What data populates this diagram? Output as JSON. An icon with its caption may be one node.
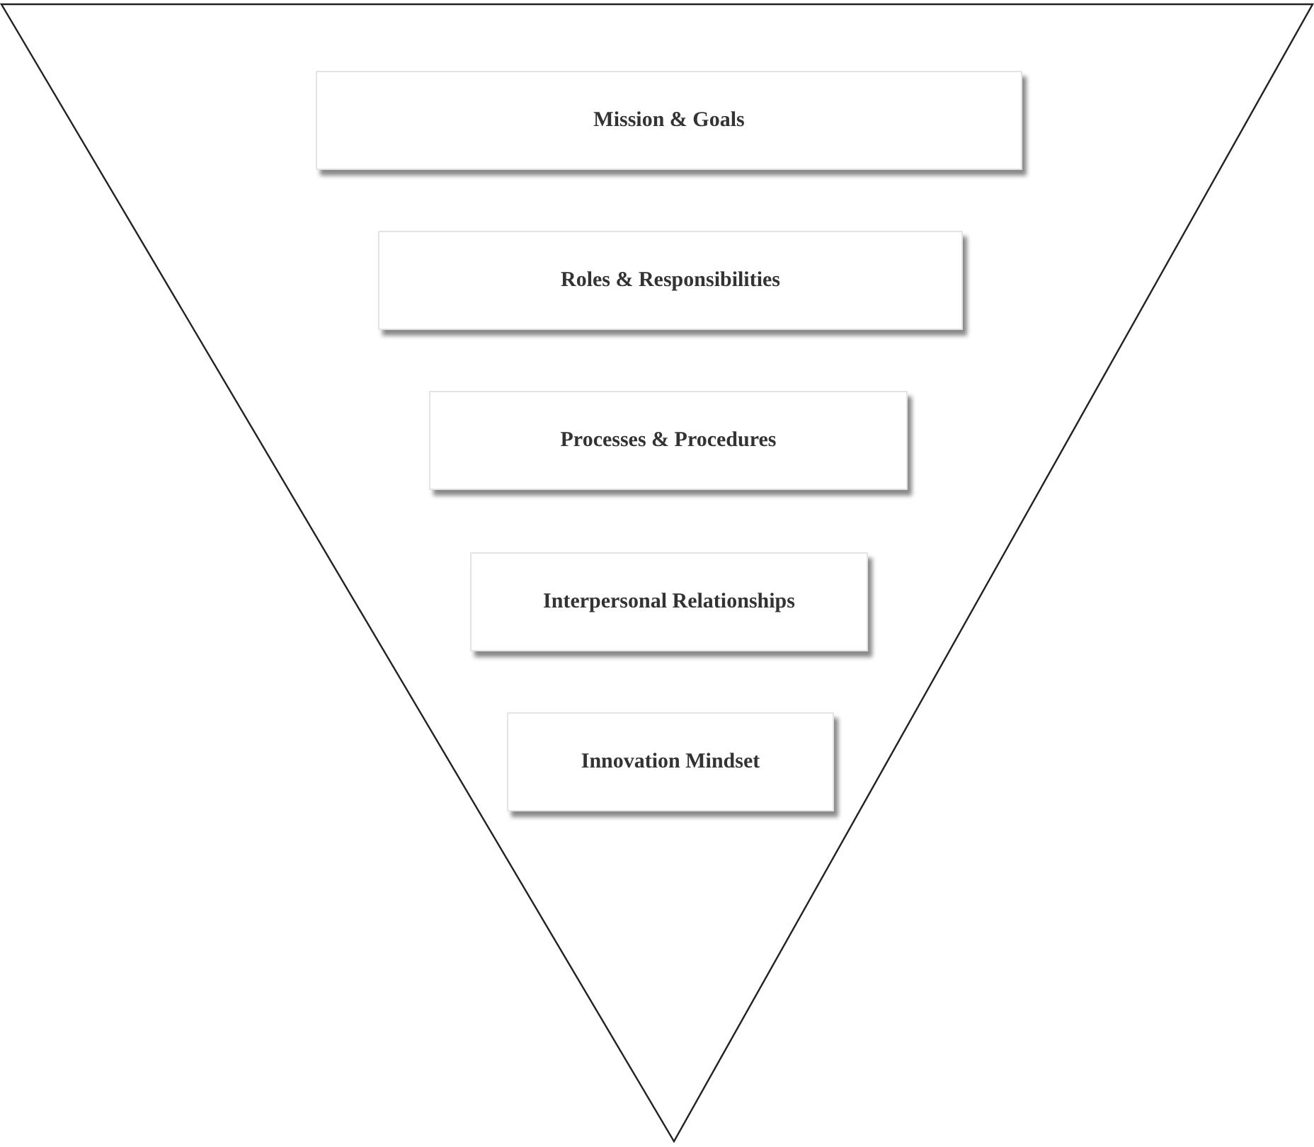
{
  "diagram": {
    "nodes": [
      {
        "text": [],
        "shape": "triangle"
      },
      {
        "text": [
          "Mission & Goals"
        ],
        "in": 0
      },
      {
        "text": [
          "Roles & Responsibilities"
        ],
        "in": 0
      },
      {
        "text": [
          "Processes & Procedures"
        ],
        "in": 0
      },
      {
        "text": [
          "Interpersonal Relationships"
        ],
        "in": 0
      },
      {
        "text": [
          "Innovation Mindset"
        ],
        "in": 0
      }
    ]
  }
}
